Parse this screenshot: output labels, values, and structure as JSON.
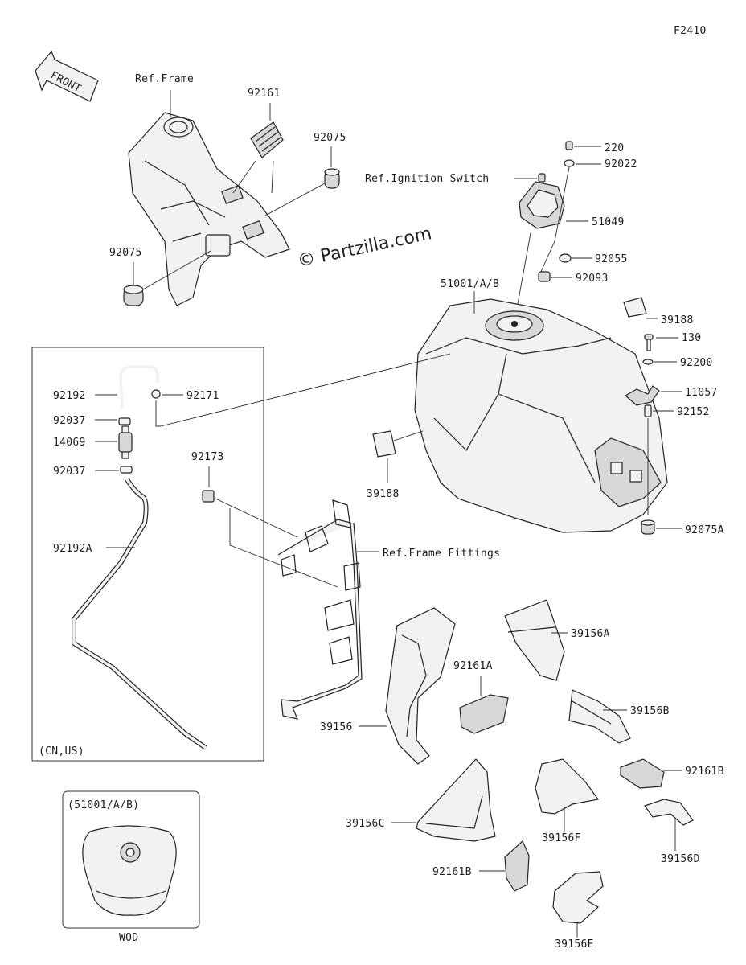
{
  "diagram_code": "F2410",
  "front_label": "FRONT",
  "watermark": "© Partzilla.com",
  "references": {
    "frame": "Ref.Frame",
    "ignition_switch": "Ref.Ignition Switch",
    "frame_fittings": "Ref.Frame Fittings"
  },
  "part_labels": {
    "p92161": "92161",
    "p92075_top": "92075",
    "p92075_left": "92075",
    "p220": "220",
    "p92022": "92022",
    "p51049": "51049",
    "p92055": "92055",
    "p92093": "92093",
    "p51001": "51001/A/B",
    "p39188_right": "39188",
    "p130": "130",
    "p92200": "92200",
    "p11057": "11057",
    "p92152": "92152",
    "p39188_left": "39188",
    "p92075A": "92075A",
    "p92192": "92192",
    "p92171": "92171",
    "p92037_top": "92037",
    "p14069": "14069",
    "p92037_bot": "92037",
    "p92192A": "92192A",
    "p92173": "92173",
    "p39156A": "39156A",
    "p92161A": "92161A",
    "p39156B": "39156B",
    "p39156": "39156",
    "p92161B_right": "92161B",
    "p39156C": "39156C",
    "p39156F": "39156F",
    "p39156D": "39156D",
    "p92161B_bottom": "92161B",
    "p39156E": "39156E"
  },
  "inset_cn_us": "(CN,US)",
  "inset_tank": "(51001/A/B)",
  "inset_tank_caption": "WOD"
}
